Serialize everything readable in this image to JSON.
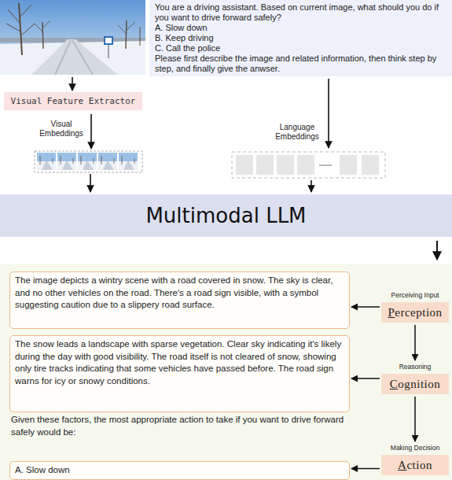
{
  "diagram": {
    "nodes": [
      {
        "text": [
          "You are a driving assistant. Based on current image, what should you do if you want to drive forward safely?",
          "A. Slow down",
          "B. Keep driving",
          "C. Call the police",
          "Please first describe the image and related information, then think step by step, and finally give the anwser."
        ]
      },
      {
        "text": [
          "Visual Feature Extractor"
        ]
      },
      {
        "text": [
          "Multimodal LLM"
        ]
      },
      {
        "text": [
          "The image depicts a wintry scene with a road covered in snow. The sky is clear, and no other vehicles on the road. There's a road sign visible, with a symbol suggesting caution due to a slippery road surface."
        ]
      },
      {
        "text": [
          "Perceiving Input",
          "Perception"
        ]
      },
      {
        "text": [
          "The snow leads a landscape with sparse vegetation. Clear sky indicating it's likely during the day with good visibility. The road itself is not cleared of snow, showing only tire tracks indicating that some vehicles have passed before. The road sign warns for icy or snowy conditions."
        ]
      },
      {
        "text": [
          "Reasoning",
          "Cognition"
        ]
      },
      {
        "text": [
          "A. Slow down"
        ]
      },
      {
        "text": [
          "Making Decision",
          "Action"
        ]
      }
    ],
    "edges": [
      {
        "from": 4,
        "to": 3,
        "arrow": "to"
      },
      {
        "from": 4,
        "to": 6,
        "arrow": "to"
      },
      {
        "from": 6,
        "to": 5,
        "arrow": "to"
      },
      {
        "from": 6,
        "to": 8,
        "arrow": "to"
      },
      {
        "from": 8,
        "to": 7,
        "arrow": "to"
      }
    ],
    "labels": [
      "Visual Embeddings",
      "Language Embeddings",
      "Given these factors, the most appropriate action to take if you want to drive forward safely would be:"
    ]
  }
}
